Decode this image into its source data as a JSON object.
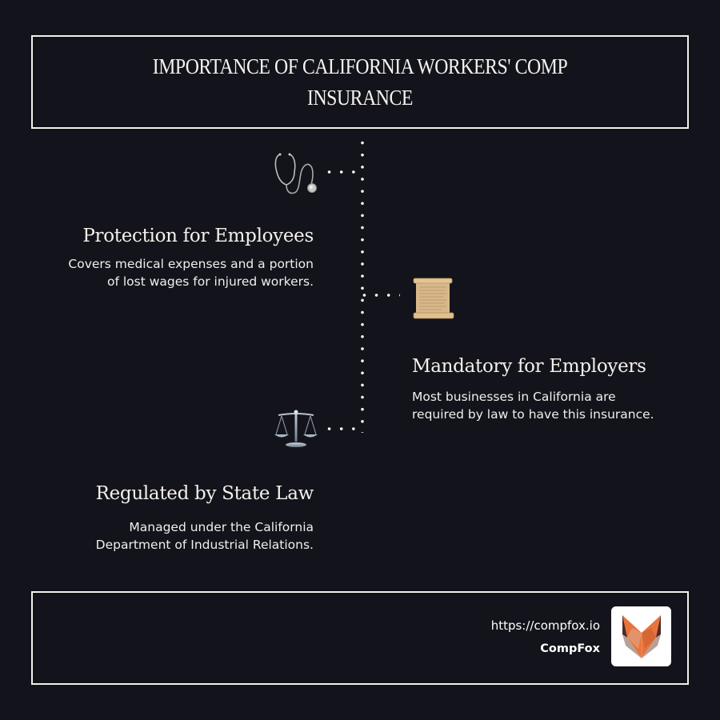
{
  "header": {
    "title": "IMPORTANCE OF CALIFORNIA WORKERS' COMP INSURANCE"
  },
  "timeline": {
    "items": [
      {
        "icon": "stethoscope-icon",
        "title": "Protection for Employees",
        "desc_line1": "Covers medical expenses and a portion",
        "desc_line2": "of lost wages for injured workers.",
        "side": "left"
      },
      {
        "icon": "scroll-icon",
        "title": "Mandatory for Employers",
        "desc_line1": "Most businesses in California are",
        "desc_line2": "required by law to have this insurance.",
        "side": "right"
      },
      {
        "icon": "scales-of-justice-icon",
        "title": "Regulated by State Law",
        "desc_line1": "Managed under the California",
        "desc_line2": "Department of Industrial Relations.",
        "side": "left"
      }
    ]
  },
  "footer": {
    "url": "https://compfox.io",
    "brand": "CompFox",
    "logo": "fox-logo-icon"
  },
  "colors": {
    "background": "#13131b",
    "border": "#f3f1ec",
    "text": "#f2efe8",
    "fox_orange": "#e8743b",
    "fox_dark": "#5a2a2a",
    "fox_grey": "#b8a39c",
    "scroll_tan": "#d9b98a"
  }
}
